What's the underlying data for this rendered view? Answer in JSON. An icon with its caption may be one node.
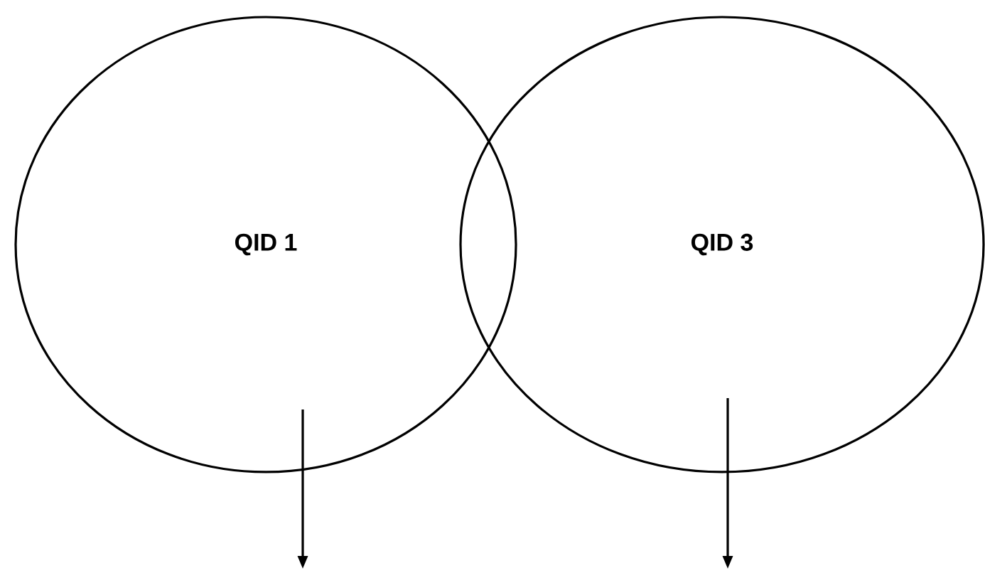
{
  "diagram": {
    "nodes": [
      {
        "text": [
          "QID 1"
        ]
      },
      {
        "text": [
          "QID 3"
        ]
      }
    ],
    "edges": [
      {
        "from": 0,
        "to": null,
        "arrow": "to"
      },
      {
        "from": 1,
        "to": null,
        "arrow": "to"
      }
    ]
  }
}
